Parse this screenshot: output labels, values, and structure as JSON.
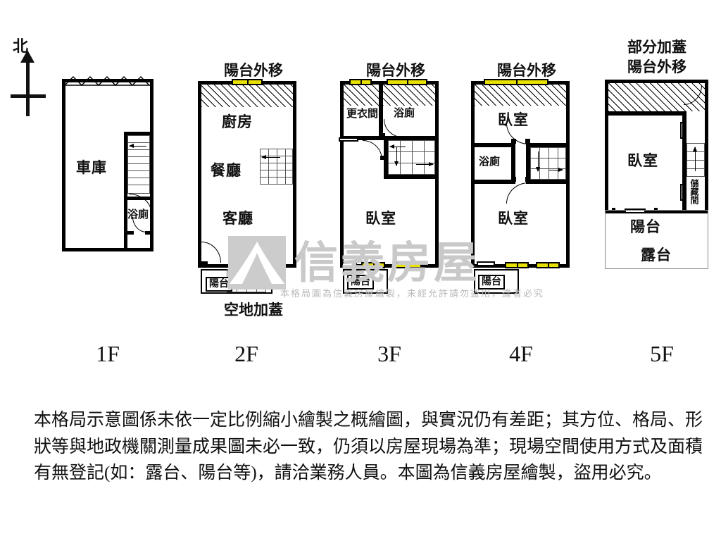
{
  "compass": {
    "north_label": "北",
    "icon": "north-arrow-icon"
  },
  "watermark": {
    "brand": "信義房屋",
    "notice": "本格局圖為信義房屋繪製，未經允許請勿盜用，違者必究",
    "logo_icon": "shinyi-logo-icon"
  },
  "floors": [
    {
      "id": "1F",
      "label": "1F",
      "top_note": "",
      "bottom_note": "",
      "rooms": [
        {
          "name": "車庫",
          "type": "garage"
        },
        {
          "name": "浴廁",
          "type": "bathroom"
        }
      ]
    },
    {
      "id": "2F",
      "label": "2F",
      "top_note": "陽台外移",
      "bottom_note": "空地加蓋",
      "rooms": [
        {
          "name": "廚房",
          "type": "kitchen"
        },
        {
          "name": "餐廳",
          "type": "dining"
        },
        {
          "name": "客廳",
          "type": "living"
        },
        {
          "name": "陽台",
          "type": "balcony"
        }
      ]
    },
    {
      "id": "3F",
      "label": "3F",
      "top_note": "陽台外移",
      "bottom_note": "",
      "rooms": [
        {
          "name": "更衣間",
          "type": "closet"
        },
        {
          "name": "浴廁",
          "type": "bathroom"
        },
        {
          "name": "臥室",
          "type": "bedroom"
        },
        {
          "name": "陽台",
          "type": "balcony"
        }
      ]
    },
    {
      "id": "4F",
      "label": "4F",
      "top_note": "陽台外移",
      "bottom_note": "",
      "rooms": [
        {
          "name": "臥室",
          "type": "bedroom"
        },
        {
          "name": "浴廁",
          "type": "bathroom"
        },
        {
          "name": "臥室",
          "type": "bedroom"
        },
        {
          "name": "陽台",
          "type": "balcony"
        }
      ]
    },
    {
      "id": "5F",
      "label": "5F",
      "top_note_line1": "部分加蓋",
      "top_note_line2": "陽台外移",
      "bottom_note": "",
      "rooms": [
        {
          "name": "臥室",
          "type": "bedroom"
        },
        {
          "name": "儲藏間",
          "type": "storage"
        },
        {
          "name": "陽台",
          "type": "balcony"
        },
        {
          "name": "露台",
          "type": "terrace"
        }
      ]
    }
  ],
  "disclaimer": "本格局示意圖係未依一定比例縮小繪製之概繪圖，與實況仍有差距；其方位、格局、形狀等與地政機關測量成果圖未必一致，仍須以房屋現場為準；現場空間使用方式及面積有無登記(如：露台、陽台等)，請洽業務人員。本圖為信義房屋繪製，盜用必究。",
  "colors": {
    "wall": "#000000",
    "window": "#e8e000",
    "watermark": "#c9c9c9",
    "background": "#ffffff"
  }
}
